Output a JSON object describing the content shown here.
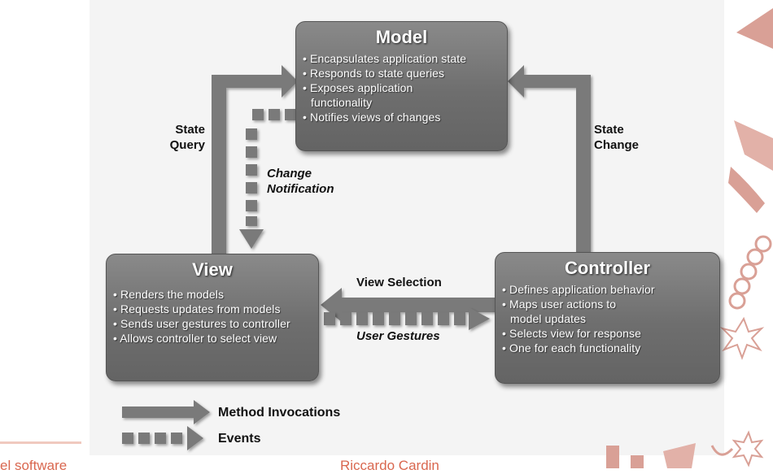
{
  "model": {
    "title": "Model",
    "items": [
      {
        "bullet": true,
        "text": "Encapsulates application state"
      },
      {
        "bullet": true,
        "text": "Responds to state queries"
      },
      {
        "bullet": true,
        "text": "Exposes application"
      },
      {
        "bullet": false,
        "text": "functionality"
      },
      {
        "bullet": true,
        "text": "Notifies views of changes"
      }
    ]
  },
  "view": {
    "title": "View",
    "items": [
      {
        "bullet": true,
        "text": "Renders the models"
      },
      {
        "bullet": true,
        "text": "Requests updates from models"
      },
      {
        "bullet": true,
        "text": "Sends user gestures to controller"
      },
      {
        "bullet": true,
        "text": "Allows controller to select view"
      }
    ]
  },
  "controller": {
    "title": "Controller",
    "items": [
      {
        "bullet": true,
        "text": "Defines application behavior"
      },
      {
        "bullet": true,
        "text": "Maps user actions to"
      },
      {
        "bullet": false,
        "text": "model updates"
      },
      {
        "bullet": true,
        "text": "Selects view for response"
      },
      {
        "bullet": true,
        "text": "One for each functionality"
      }
    ]
  },
  "labels": {
    "state_query_1": "State",
    "state_query_2": "Query",
    "state_change_1": "State",
    "state_change_2": "Change",
    "change_notification_1": "Change",
    "change_notification_2": "Notification",
    "view_selection": "View Selection",
    "user_gestures": "User Gestures"
  },
  "legend": {
    "method_invocations": "Method Invocations",
    "events": "Events"
  },
  "footer": {
    "left": "el software",
    "center": "Riccardo Cardin"
  },
  "colors": {
    "arrow": "#7a7a7a",
    "box": "#6e6e6e",
    "footer_text": "#d9674f",
    "decor": "#d9a096"
  }
}
